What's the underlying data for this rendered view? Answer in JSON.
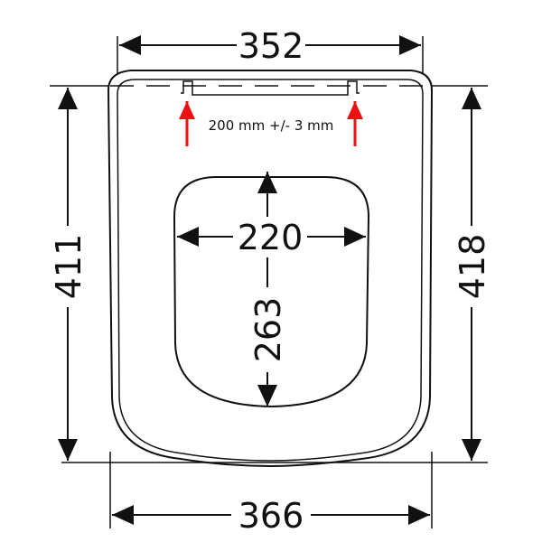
{
  "dimensions": {
    "top_width": "352",
    "bottom_width": "366",
    "left_length": "411",
    "right_length": "418",
    "opening_width": "220",
    "opening_length": "263"
  },
  "hinge_note": "200 mm +/- 3 mm",
  "colors": {
    "line": "#111111",
    "accent": "#ee1111",
    "background": "#ffffff"
  }
}
